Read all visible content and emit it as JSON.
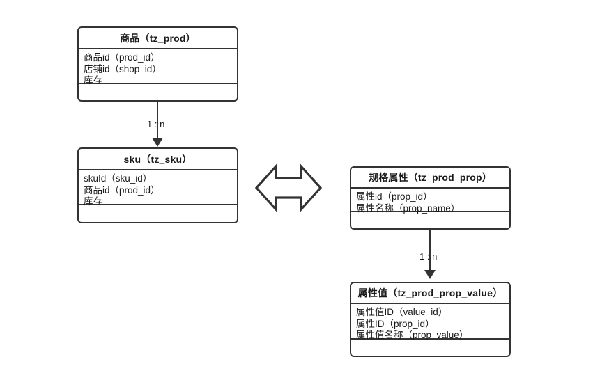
{
  "diagram": {
    "type": "er-class-diagram",
    "background": "#ffffff",
    "stroke_color": "#333333",
    "text_color": "#1a1a1a",
    "entities": [
      {
        "id": "tz_prod",
        "title": "商品（tz_prod）",
        "attributes": [
          "商品id（prod_id）",
          "店铺id（shop_id）",
          "库存"
        ]
      },
      {
        "id": "tz_sku",
        "title": "sku（tz_sku）",
        "attributes": [
          "skuId（sku_id）",
          "商品id（prod_id）",
          "库存"
        ]
      },
      {
        "id": "tz_prod_prop",
        "title": "规格属性（tz_prod_prop）",
        "attributes": [
          "属性id（prop_id）",
          "属性名称（prop_name）"
        ]
      },
      {
        "id": "tz_prod_prop_value",
        "title": "属性值（tz_prod_prop_value）",
        "attributes": [
          "属性值ID（value_id）",
          "属性ID（prop_id）",
          "属性值名称（prop_value）"
        ]
      }
    ],
    "relations": [
      {
        "id": "prod-to-sku",
        "label": "1 : n",
        "from": "tz_prod",
        "to": "tz_sku"
      },
      {
        "id": "prop-to-prop-value",
        "label": "1 : n",
        "from": "tz_prod_prop",
        "to": "tz_prod_prop_value"
      }
    ],
    "symbols": [
      {
        "id": "association-arrow",
        "icon": "double-arrow-horizontal-icon"
      }
    ]
  }
}
